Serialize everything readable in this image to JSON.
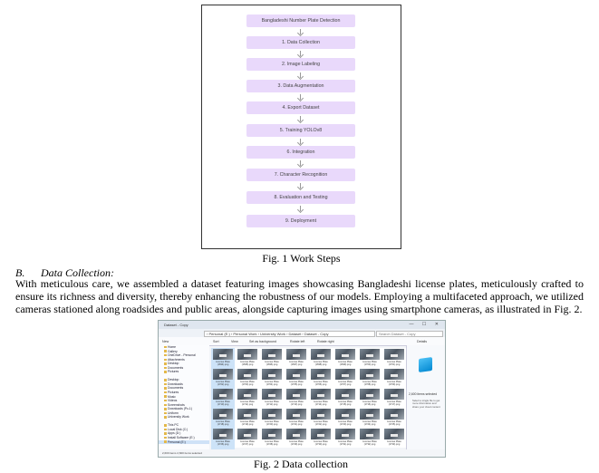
{
  "top_fragment": "",
  "figure1": {
    "steps": [
      "Bangladeshi Number Plate Detection",
      "1. Data Collection",
      "2. Image Labeling",
      "3. Data Augmentation",
      "4. Export Dataset",
      "5. Training YOLOv8",
      "6. Integration",
      "7. Character Recognition",
      "8. Evaluation and Testing",
      "9. Deployment"
    ],
    "caption": "Fig. 1 Work Steps"
  },
  "section": {
    "number": "B.",
    "title": "Data Collection:",
    "paragraph": "With meticulous care, we assembled a dataset featuring images showcasing Bangladeshi license plates, meticulously crafted to ensure its richness and diversity, thereby enhancing the robustness of our models. Employing a multifaceted approach, we utilized cameras stationed along roadsides and public areas, alongside capturing images using smartphone cameras, as illustrated in Fig. 2."
  },
  "figure2": {
    "window_title": "Dataset - Copy",
    "window_buttons": "— ☐ ✕",
    "address": "›  Personal (E:)  ›  Personal Work  ›  University Work  ›  Dataset  ›  Dataset - Copy",
    "search_placeholder": "Search Dataset - Copy",
    "toolbar": [
      "New",
      "Sort",
      "View",
      "Set as background",
      "Rotate left",
      "Rotate right",
      "Details"
    ],
    "sidebar": [
      "Home",
      "Gallery",
      "OneDrive - Personal",
      "Attachments",
      "Desktop",
      "Documents",
      "Pictures",
      "",
      "Desktop",
      "Downloads",
      "Documents",
      "Pictures",
      "Music",
      "Videos",
      "Screenshots",
      "Downloads (Pc-1)",
      "Uniform",
      "University Work",
      "",
      "This PC",
      "Local Disk (C:)",
      "Apps (D:)",
      "Install Software (E:)",
      "Personal (E:)"
    ],
    "sidebar_selected_index": 23,
    "file_labels": [
      "License Plate (1694).png",
      "License Plate (1695).png",
      "License Plate (1696).png",
      "License Plate (1697).png",
      "License Plate (1698).png",
      "License Plate (1699).png",
      "License Plate (1700).png",
      "License Plate (1701).png",
      "License Plate (1702).png",
      "License Plate (1703).png",
      "License Plate (1704).png",
      "License Plate (1705).png",
      "License Plate (1706).png",
      "License Plate (1707).png",
      "License Plate (1708).png",
      "License Plate (1709).png",
      "License Plate (1710).png",
      "License Plate (1711).png",
      "License Plate (1712).png",
      "License Plate (1713).png",
      "License Plate (1714).png",
      "License Plate (1715).png",
      "License Plate (1716).png",
      "License Plate (1717).png",
      "License Plate (1718).png",
      "License Plate (1719).png",
      "License Plate (1720).png",
      "License Plate (1721).png",
      "License Plate (1722).png",
      "License Plate (1723).png",
      "License Plate (1724).png",
      "License Plate (1725).png",
      "License Plate (1726).png",
      "License Plate (1727).png",
      "License Plate (1728).png",
      "License Plate (1729).png",
      "License Plate (1730).png",
      "License Plate (1731).png",
      "License Plate (1732).png",
      "License Plate (1733).png"
    ],
    "preview_count": "2,600 items selected",
    "preview_hint": "Select a single file to get more information and share your cloud content",
    "status": "2,600 items   2,600 items selected",
    "caption": "Fig. 2 Data collection"
  }
}
